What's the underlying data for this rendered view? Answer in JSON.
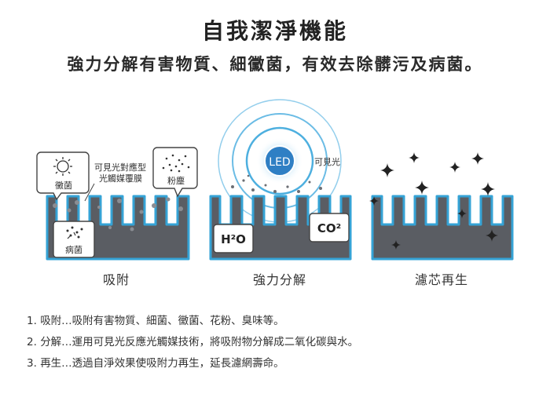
{
  "header": {
    "title": "自我潔淨機能",
    "subtitle": "強力分解有害物質、細黴菌，有效去除髒污及病菌。"
  },
  "panels": {
    "adsorb": {
      "label_mold": "黴菌",
      "label_coating_1": "可見光對應型",
      "label_coating_2": "光觸媒覆膜",
      "label_dust": "粉塵",
      "label_germ": "病菌",
      "caption": "吸附"
    },
    "decompose": {
      "led_text": "LED",
      "visible_light": "可見光",
      "h2o": "H²O",
      "co2": "CO²",
      "caption": "強力分解"
    },
    "regenerate": {
      "caption": "濾芯再生"
    }
  },
  "steps": [
    {
      "num": "1.",
      "text": "吸附…吸附有害物質、細菌、黴菌、花粉、臭味等。"
    },
    {
      "num": "2.",
      "text": "分解…運用可見光反應光觸媒技術，將吸附物分解成二氧化碳與水。"
    },
    {
      "num": "3.",
      "text": "再生…透過自淨效果使吸附力再生，延長濾網壽命。"
    }
  ],
  "colors": {
    "filter_body": "#5a5d63",
    "filter_edge": "#35a3d6",
    "led_blue": "#2f7fc4",
    "ring_blue": "#3aa6dc"
  }
}
